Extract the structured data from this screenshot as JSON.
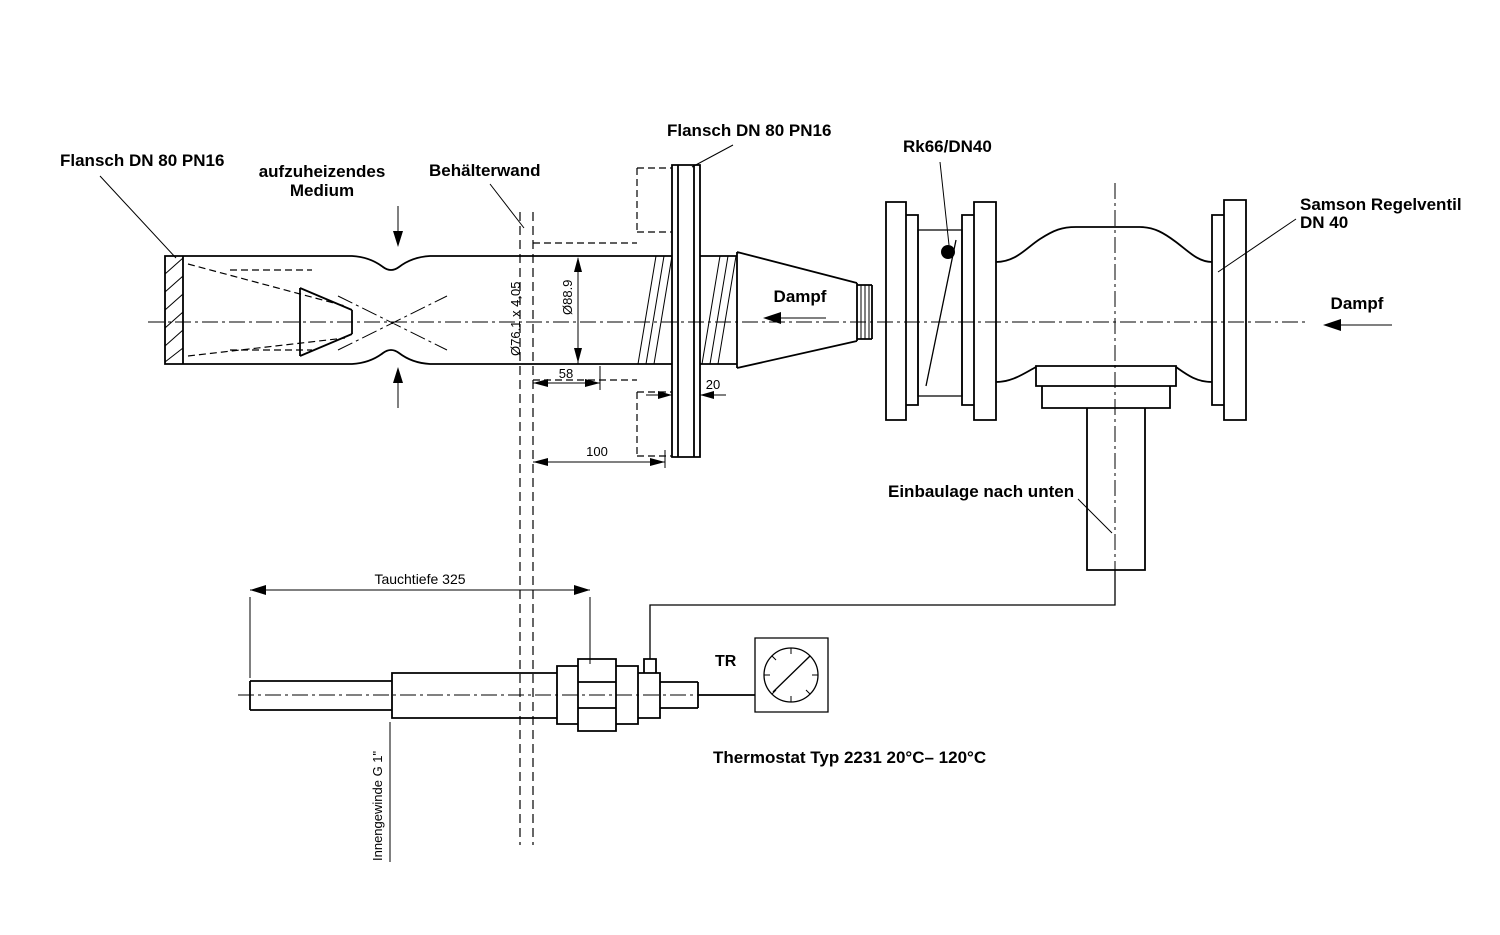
{
  "colors": {
    "line": "#000000",
    "background": "#ffffff"
  },
  "labels": {
    "flansch_left": "Flansch DN 80 PN16",
    "medium": {
      "line1": "aufzuheizendes",
      "line2": "Medium"
    },
    "behaelterwand": "Behälterwand",
    "flansch_top": "Flansch DN 80 PN16",
    "rk66": "Rk66/DN40",
    "samson": {
      "line1": "Samson Regelventil",
      "line2": "DN 40"
    },
    "dampf_injector": "Dampf",
    "dampf_inlet": "Dampf",
    "einbaulage": "Einbaulage nach unten",
    "tr": "TR",
    "thermostat": "Thermostat Typ 2231 20°C– 120°C",
    "tauchtiefe": "Tauchtiefe 325",
    "innengewinde": "Innengewinde G 1\""
  },
  "dimensions": {
    "pipe_spec": "Ø76.1 x 4,05",
    "outer_diameter": "Ø88.9",
    "wall_to_pipe_end": "58",
    "flange_thickness": "20",
    "wall_to_flange": "100"
  }
}
